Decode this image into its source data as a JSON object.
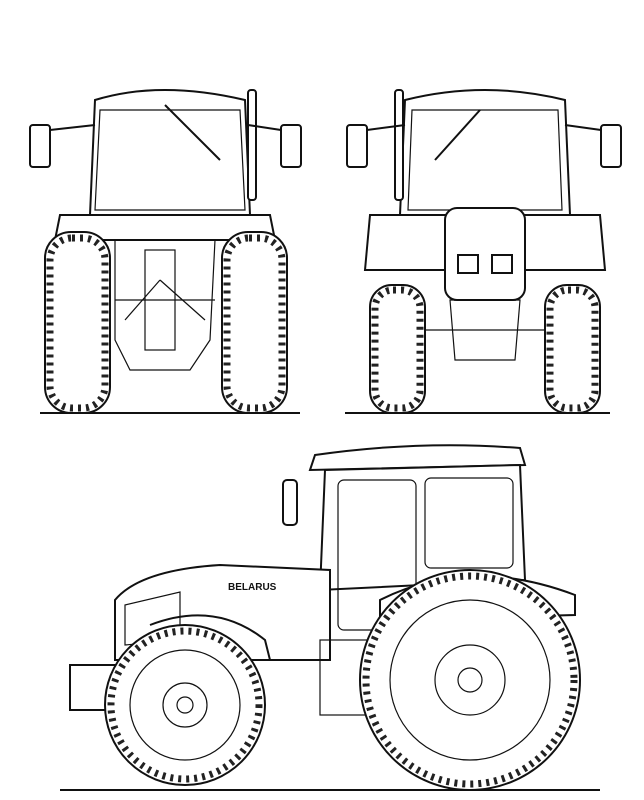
{
  "drawing": {
    "views": [
      "rear-view",
      "front-view",
      "side-view"
    ],
    "logo_text": "BELARUS"
  }
}
